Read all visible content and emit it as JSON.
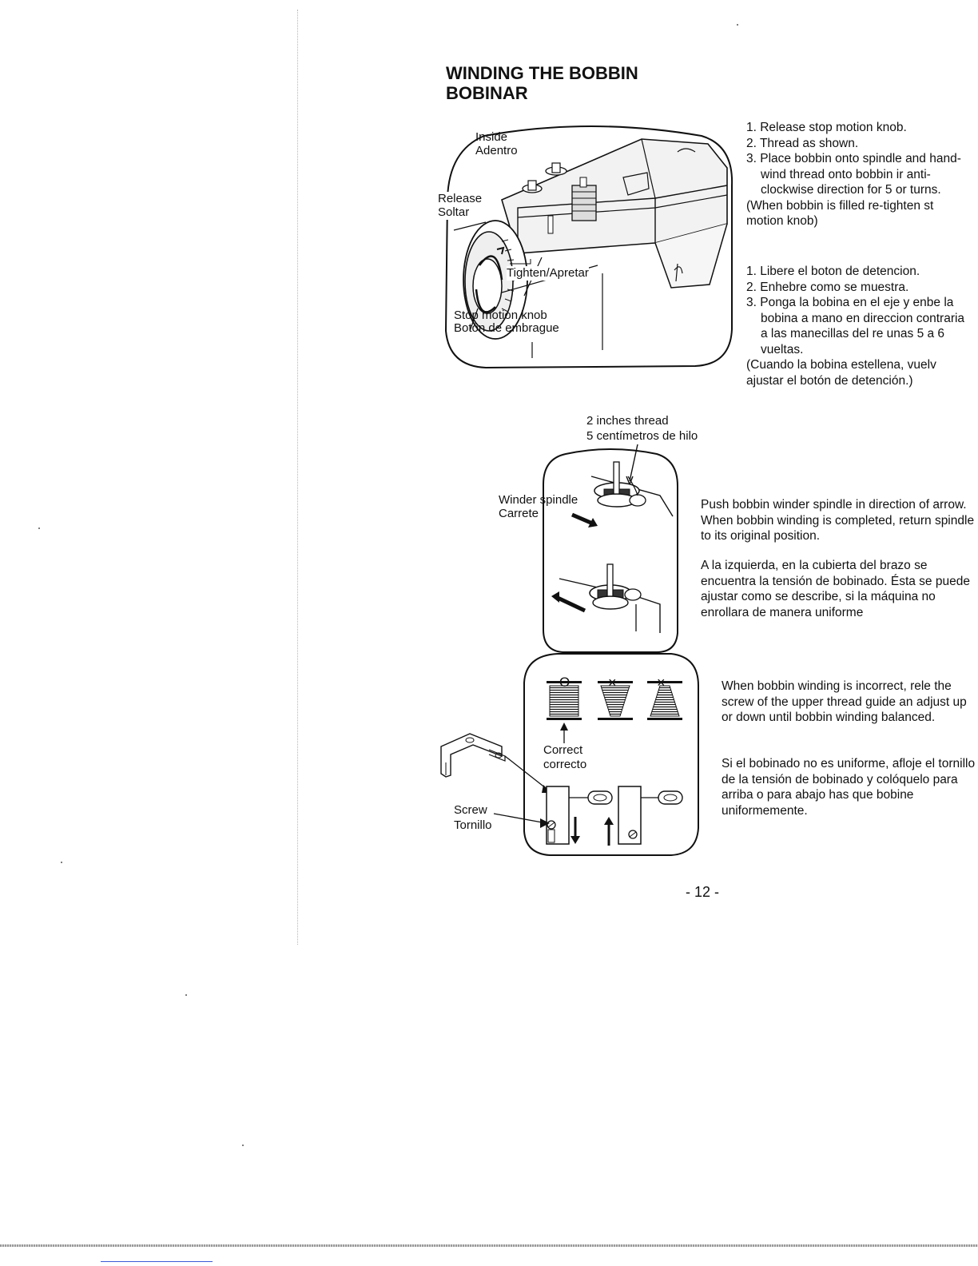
{
  "heading": {
    "title_en": "WINDING THE BOBBIN",
    "title_es": "BOBINAR"
  },
  "figure1": {
    "inside": "Inside",
    "inside_es": "Adentro",
    "release": "Release",
    "release_es": "Soltar",
    "tighten": "Tighten/Apretar",
    "knob": "Stop motion knob",
    "knob_es": "Botón de embrague"
  },
  "instructions_en": {
    "steps": [
      "1. Release stop motion knob.",
      "2. Thread as shown.",
      "3. Place bobbin onto spindle and hand-wind thread onto bobbin ir anti-clockwise direction for 5 or turns."
    ],
    "note": "(When bobbin is filled re-tighten st motion knob)"
  },
  "instructions_es": {
    "steps": [
      "1. Libere el boton de detencion.",
      "2. Enhebre como se muestra.",
      "3. Ponga la bobina en el eje y enbe la bobina a mano en direccion contraria a las manecillas del re unas 5 a 6 vueltas."
    ],
    "note": "(Cuando la bobina estellena, vuelv ajustar el botón de detención.)"
  },
  "figure2": {
    "thread_en": "2 inches thread",
    "thread_es": "5 centímetros de hilo",
    "spindle_en": "Winder spindle",
    "spindle_es": "Carrete"
  },
  "push_text": {
    "en": "Push bobbin winder spindle in direction of arrow. When bobbin winding is completed, return spindle to its original position.",
    "es": "A la izquierda, en la cubierta del brazo se encuentra la tensión de bobinado. Ésta se puede ajustar como se describe, si la máquina no enrollara de manera uniforme"
  },
  "figure3": {
    "symbols": [
      "O",
      "×",
      "×"
    ],
    "correct_en": "Correct",
    "correct_es": "correcto",
    "screw_en": "Screw",
    "screw_es": "Tornillo"
  },
  "adjust_text": {
    "en": "When bobbin winding is incorrect, rele the screw of the upper thread guide an adjust up or down until bobbin winding balanced.",
    "es": "Si el bobinado no es uniforme, afloje el tornillo de la tensión de bobinado y colóquelo para arriba o para abajo has que bobine uniformemente."
  },
  "page_number": "- 12 -"
}
